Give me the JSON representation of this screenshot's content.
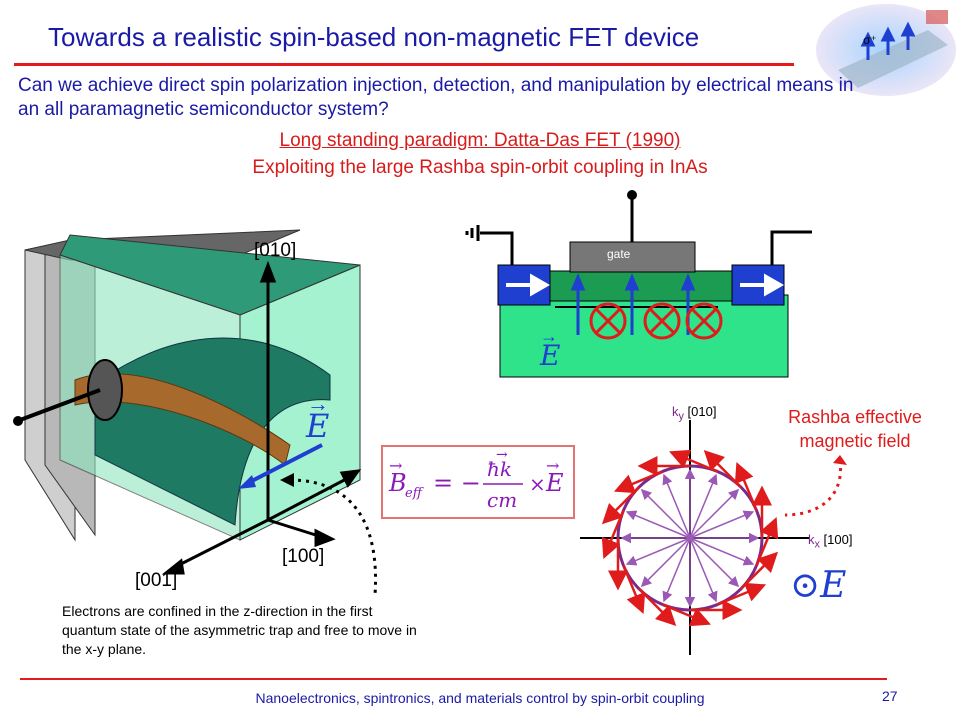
{
  "slide": {
    "title": "Towards a realistic spin-based non-magnetic FET device",
    "question": "Can we achieve direct spin polarization injection, detection, and manipulation by electrical means in an all paramagnetic semiconductor system?",
    "paradigm": "Long standing paradigm: Datta-Das FET (1990)",
    "rashba_line": "Exploiting the large Rashba spin-orbit coupling in InAs",
    "footer": "Nanoelectronics, spintronics, and materials control by spin-orbit coupling",
    "page_number": "27"
  },
  "device_3d": {
    "axis_010": "[010]",
    "axis_100": "[100]",
    "axis_001": "[001]",
    "field_label": "E",
    "note": "Electrons are confined in the z-direction in the first quantum state of the asymmetric trap and free to move in the x-y plane."
  },
  "fet": {
    "gate_label": "gate",
    "field_label": "E"
  },
  "formula": {
    "lhs": "B",
    "lhs_sub": "eff",
    "eq": "= −",
    "numerator": "ħk",
    "denominator": "cm",
    "times": "×",
    "rhs": "E"
  },
  "rashba": {
    "label_line1": "Rashba effective",
    "label_line2": "magnetic field",
    "ky": "k",
    "ky_sub": "y",
    "ky_dir": " [010]",
    "kx": "k",
    "kx_sub": "x",
    "kx_dir": " [100]",
    "field_symbol": "⊙",
    "field_label": "E"
  },
  "colors": {
    "title_blue": "#1a1aa6",
    "accent_red": "#e51a1a",
    "teal": "#1f7a63",
    "mint": "#9ff0cc",
    "purple": "#7a2a8a"
  }
}
